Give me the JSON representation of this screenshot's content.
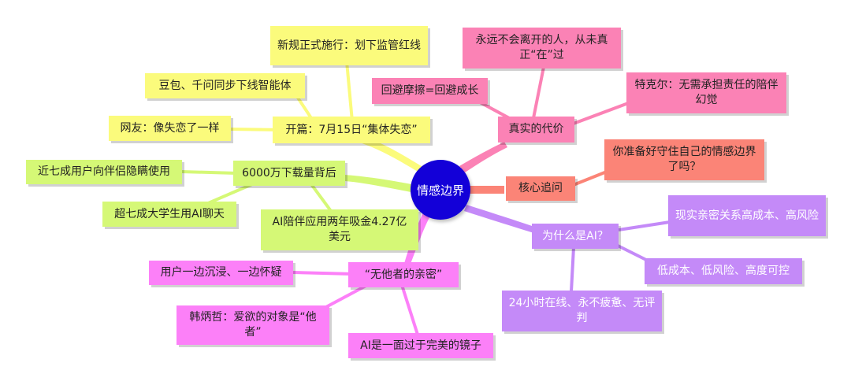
{
  "colors": {
    "center": "#1300d8",
    "yellow": "#fbfb7c",
    "green": "#d5f876",
    "magenta": "#fc80f8",
    "pink": "#fb82b5",
    "salmon": "#fb8477",
    "purple": "#c48af8"
  },
  "mindmap": {
    "center": "情感边界",
    "branches": [
      {
        "label": "开篇：7月15日“集体失恋”",
        "children": [
          "新规正式施行：划下监管红线",
          "豆包、千问同步下线智能体",
          "网友：像失恋了一样"
        ]
      },
      {
        "label": "6000万下载量背后",
        "children": [
          "近七成用户向伴侣隐瞒使用",
          "超七成大学生用AI聊天",
          "AI陪伴应用两年吸金4.27亿美元"
        ]
      },
      {
        "label": "“无他者的亲密”",
        "children": [
          "用户一边沉浸、一边怀疑",
          "韩炳哲：爱欲的对象是“他者”",
          "AI是一面过于完美的镜子"
        ]
      },
      {
        "label": "真实的代价",
        "children": [
          "回避摩擦=回避成长",
          "永远不会离开的人，从未真正“在”过",
          "特克尔：无需承担责任的陪伴幻觉"
        ]
      },
      {
        "label": "核心追问",
        "children": [
          "你准备好守住自己的情感边界了吗？"
        ]
      },
      {
        "label": "为什么是AI？",
        "children": [
          "现实亲密关系高成本、高风险",
          "低成本、低风险、高度可控",
          "24小时在线、永不疲惫、无评判"
        ]
      }
    ]
  }
}
